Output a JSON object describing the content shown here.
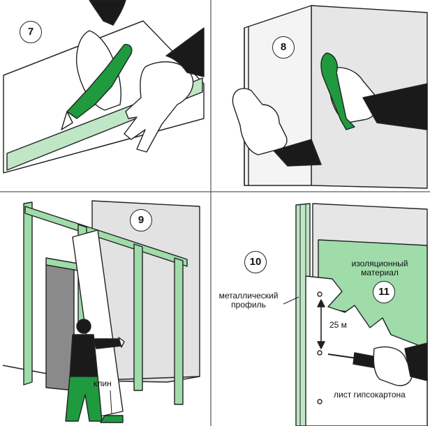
{
  "steps": [
    "7",
    "8",
    "9",
    "10",
    "11"
  ],
  "labels": {
    "wedge": "клин",
    "profile_line1": "металлический",
    "profile_line2": "профиль",
    "insulation_line1": "изоляционный",
    "insulation_line2": "материал",
    "spacing": "25 м",
    "drywall": "лист гипсокартона"
  },
  "colors": {
    "accent_green": "#1f9a3e",
    "light_green": "#9fdcaa",
    "wall_grey": "#e6e6e6",
    "dark_grey": "#8a8a8a",
    "ink": "#111111"
  }
}
